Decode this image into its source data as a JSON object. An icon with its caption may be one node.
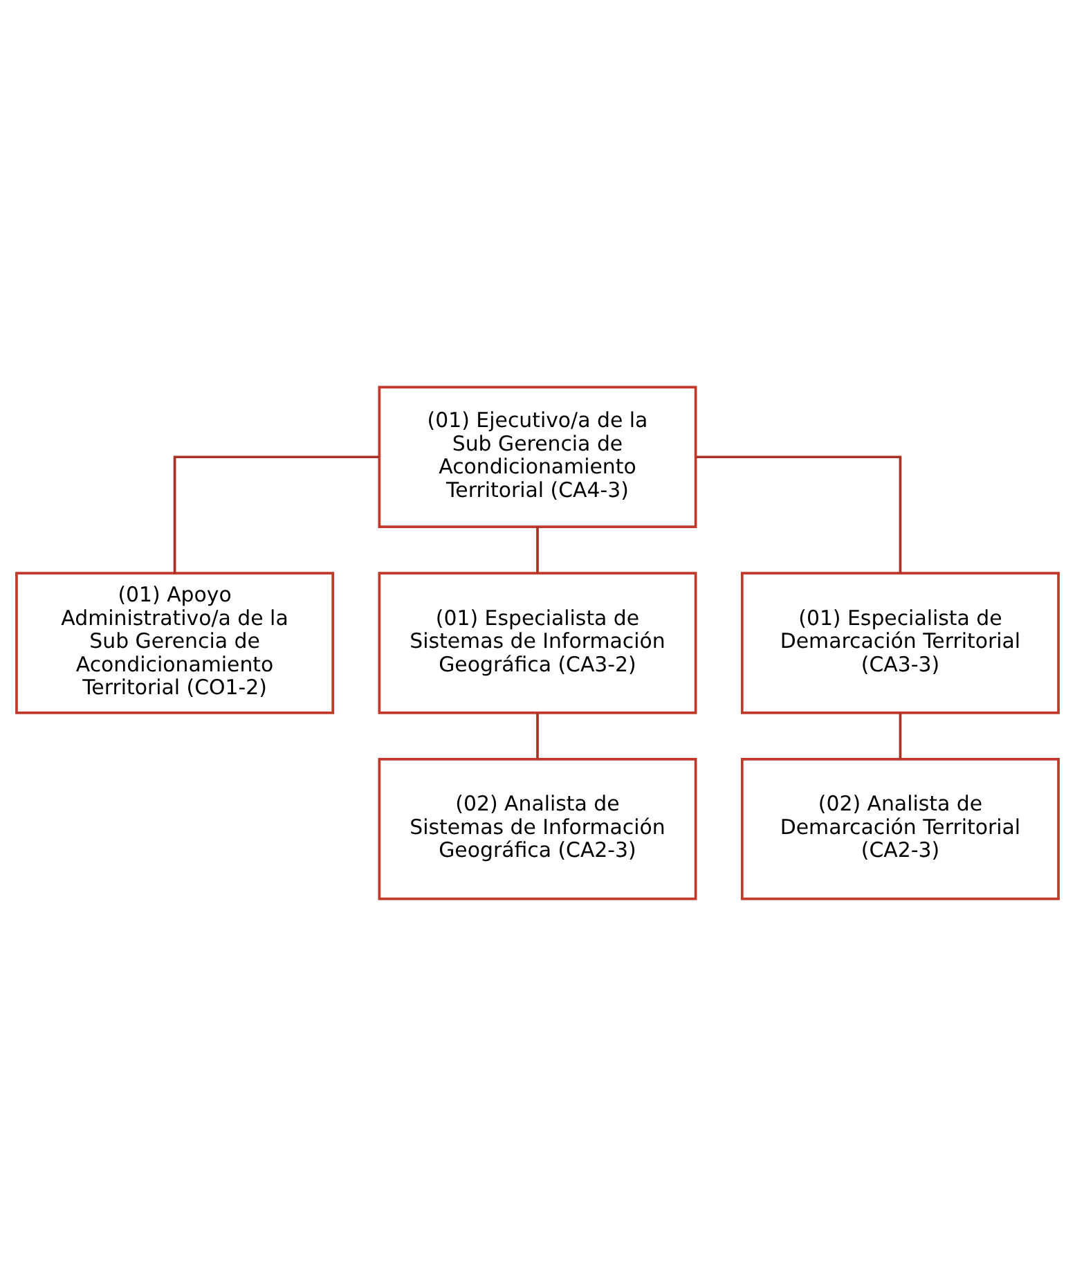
{
  "diagram": {
    "nodes": [
      {
        "text": [
          "(01) Ejecutivo/a de la Sub Gerencia de Acondicionamiento Territorial (CA4-3)"
        ]
      },
      {
        "text": [
          "(01) Apoyo Administrativo/a de la Sub Gerencia de Acondicionamiento Territorial (CO1-2)"
        ]
      },
      {
        "text": [
          "(01) Especialista de Sistemas de Información Geográfica (CA3-2)"
        ]
      },
      {
        "text": [
          "(01) Especialista de Demarcación Territorial (CA3-3)"
        ]
      },
      {
        "text": [
          "(02) Analista de Sistemas de Información Geográfica (CA2-3)"
        ]
      },
      {
        "text": [
          "(02) Analista de Demarcación Territorial (CA2-3)"
        ]
      }
    ],
    "edges": [
      {
        "from": 0,
        "to": 1,
        "arrow": "none"
      },
      {
        "from": 0,
        "to": 2,
        "arrow": "none"
      },
      {
        "from": 0,
        "to": 3,
        "arrow": "none"
      },
      {
        "from": 2,
        "to": 4,
        "arrow": "none"
      },
      {
        "from": 3,
        "to": 5,
        "arrow": "none"
      }
    ]
  }
}
